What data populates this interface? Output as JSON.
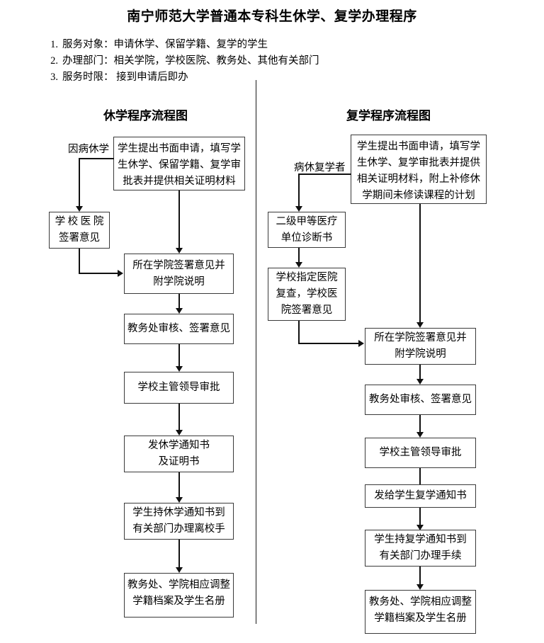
{
  "document": {
    "title": "南宁师范大学普通本专科生休学、复学办理程序",
    "intro": [
      {
        "num": "1.",
        "text": "服务对象：申请休学、保留学籍、复学的学生"
      },
      {
        "num": "2.",
        "text": "办理部门：相关学院，学校医院、教务处、其他有关部门"
      },
      {
        "num": "3.",
        "text": "服务时限： 接到申请后即办"
      }
    ]
  },
  "left_column": {
    "title": "休学程序流程图",
    "edge_label": "因病休学",
    "nodes": [
      {
        "id": "l1",
        "text": "学生提出书面申请，填写学\n生休学、保留学籍、复学审\n批表并提供相关证明材料"
      },
      {
        "id": "l2",
        "text": "学 校 医 院\n签署意见"
      },
      {
        "id": "l3",
        "text": "所在学院签署意见并\n附学院说明"
      },
      {
        "id": "l4",
        "text": "教务处审核、签署意见"
      },
      {
        "id": "l5",
        "text": "学校主管领导审批"
      },
      {
        "id": "l6",
        "text": "发休学通知书\n及证明书"
      },
      {
        "id": "l7",
        "text": "学生持休学通知书到\n有关部门办理离校手"
      },
      {
        "id": "l8",
        "text": "教务处、学院相应调整\n学籍档案及学生名册"
      }
    ]
  },
  "right_column": {
    "title": "复学程序流程图",
    "edge_label": "病休复学者",
    "nodes": [
      {
        "id": "r1",
        "text": "学生提出书面申请，填写学\n生休学、复学审批表并提供\n相关证明材料，附上补修休\n学期间未修读课程的计划"
      },
      {
        "id": "r2",
        "text": "二级甲等医疗\n单位诊断书"
      },
      {
        "id": "r3",
        "text": "学校指定医院\n复查，学校医\n院签署意见"
      },
      {
        "id": "r4",
        "text": "所在学院签署意见并\n附学院说明"
      },
      {
        "id": "r5",
        "text": "教务处审核、签署意见"
      },
      {
        "id": "r6",
        "text": "学校主管领导审批"
      },
      {
        "id": "r7",
        "text": "发给学生复学通知书"
      },
      {
        "id": "r8",
        "text": "学生持复学通知书到\n有关部门办理手续"
      },
      {
        "id": "r9",
        "text": "教务处、学院相应调整\n学籍档案及学生名册"
      }
    ]
  },
  "colors": {
    "line": "#111111",
    "border": "#3a3a3a",
    "text": "#000000",
    "background": "#ffffff"
  }
}
